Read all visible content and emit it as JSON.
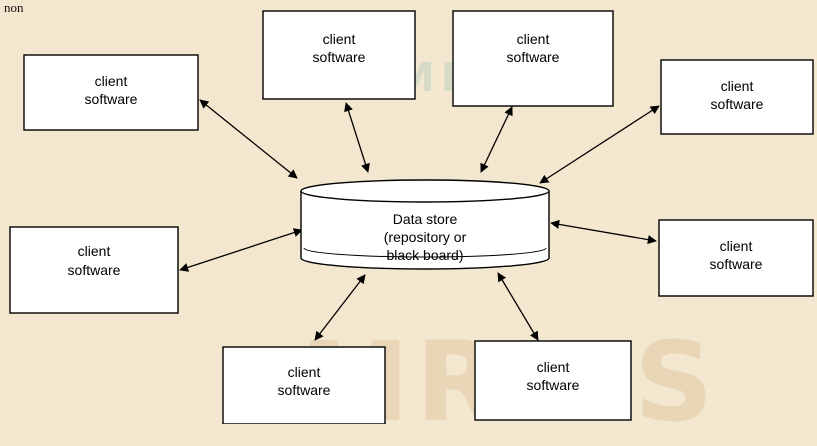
{
  "corner_text": "non",
  "watermark": {
    "main": "MRITS",
    "top": "MRITS"
  },
  "colors": {
    "background": "#f3e7cf",
    "box_fill": "#ffffff",
    "stroke": "#000000",
    "arrow": "#000000"
  },
  "data_store": {
    "lines": [
      "Data store",
      "(repository or",
      "black board)"
    ]
  },
  "clients": [
    {
      "lines": [
        "client",
        "software"
      ]
    },
    {
      "lines": [
        "client",
        "software"
      ]
    },
    {
      "lines": [
        "client",
        "software"
      ]
    },
    {
      "lines": [
        "client",
        "software"
      ]
    },
    {
      "lines": [
        "client",
        "software"
      ]
    },
    {
      "lines": [
        "client",
        "software"
      ]
    },
    {
      "lines": [
        "client",
        "software"
      ]
    },
    {
      "lines": [
        "client",
        "software"
      ]
    }
  ]
}
